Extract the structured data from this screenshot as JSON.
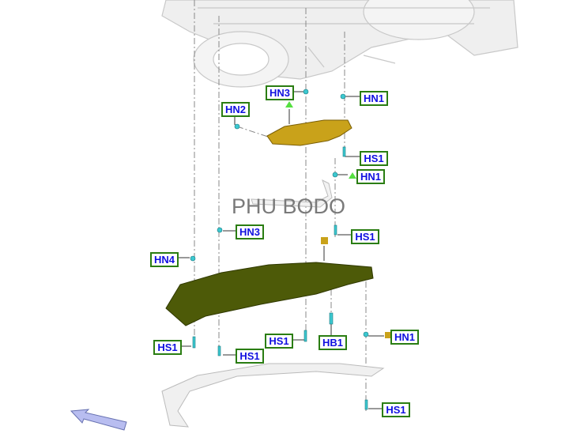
{
  "watermark": "PHU BODO",
  "labels": [
    "HN3",
    "HN1",
    "HN2",
    "HS1",
    "HN1",
    "HN3",
    "HS1",
    "HN4",
    "HS1",
    "HS1",
    "HB1",
    "HN1",
    "HS1",
    "HS1"
  ],
  "colors": {
    "label_border": "#2a7d12",
    "label_text": "#1010e0",
    "upper_shield": "#c9a21a",
    "lower_shield": "#4d5a08",
    "fastener": "#3cc8d0",
    "marker_triangle": "#55e040",
    "marker_square": "#c9a21a"
  }
}
